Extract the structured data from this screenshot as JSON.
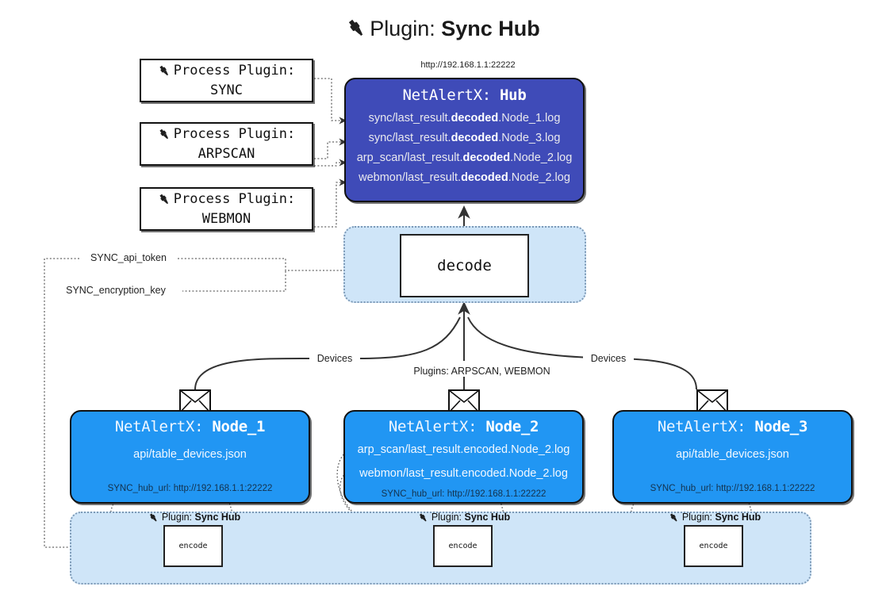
{
  "title": {
    "icon": "plug-icon",
    "prefix": "Plugin: ",
    "name": "Sync Hub"
  },
  "hub": {
    "url_caption": "http://192.168.1.1:22222",
    "title_prefix": "NetAlertX: ",
    "title_name": "Hub",
    "lines": [
      {
        "pre": "sync/last_result.",
        "mid": "decoded",
        "post": ".Node_1.log"
      },
      {
        "pre": "sync/last_result.",
        "mid": "decoded",
        "post": ".Node_3.log"
      },
      {
        "pre": "arp_scan/last_result.",
        "mid": "decoded",
        "post": ".Node_2.log"
      },
      {
        "pre": "webmon/last_result.",
        "mid": "decoded",
        "post": ".Node_2.log"
      }
    ],
    "color": "#3f4bb8"
  },
  "process_plugins": [
    {
      "icon": "plug-icon",
      "line1": "Process Plugin:",
      "line2": "SYNC"
    },
    {
      "icon": "plug-icon",
      "line1": "Process Plugin:",
      "line2": "ARPSCAN"
    },
    {
      "icon": "plug-icon",
      "line1": "Process Plugin:",
      "line2": "WEBMON"
    }
  ],
  "decode": {
    "label": "decode"
  },
  "settings": {
    "api_token": "SYNC_api_token",
    "encryption_key": "SYNC_encryption_key"
  },
  "edge_labels": {
    "devices_left": "Devices",
    "devices_right": "Devices",
    "plugins_mid": "Plugins: ARPSCAN, WEBMON"
  },
  "nodes": [
    {
      "title_prefix": "NetAlertX: ",
      "title_name": "Node_1",
      "lines": [
        "api/table_devices.json"
      ],
      "hub_url": "SYNC_hub_url: http://192.168.1.1:22222",
      "envelope_icon": "envelope-icon"
    },
    {
      "title_prefix": "NetAlertX: ",
      "title_name": "Node_2",
      "lines": [
        "arp_scan/last_result.encoded.Node_2.log",
        "webmon/last_result.encoded.Node_2.log"
      ],
      "hub_url": "SYNC_hub_url: http://192.168.1.1:22222",
      "envelope_icon": "envelope-icon"
    },
    {
      "title_prefix": "NetAlertX: ",
      "title_name": "Node_3",
      "lines": [
        "api/table_devices.json"
      ],
      "hub_url": "SYNC_hub_url: http://192.168.1.1:22222",
      "envelope_icon": "envelope-icon"
    }
  ],
  "encoders": [
    {
      "caption_prefix": "Plugin: ",
      "caption_name": "Sync Hub",
      "label": "encode",
      "icon": "plug-icon"
    },
    {
      "caption_prefix": "Plugin: ",
      "caption_name": "Sync Hub",
      "label": "encode",
      "icon": "plug-icon"
    },
    {
      "caption_prefix": "Plugin: ",
      "caption_name": "Sync Hub",
      "label": "encode",
      "icon": "plug-icon"
    }
  ],
  "colors": {
    "hub": "#3f4bb8",
    "node": "#2196f3",
    "group": "#cfe5f8",
    "group_border": "#7c99b6",
    "stroke": "#333333"
  }
}
